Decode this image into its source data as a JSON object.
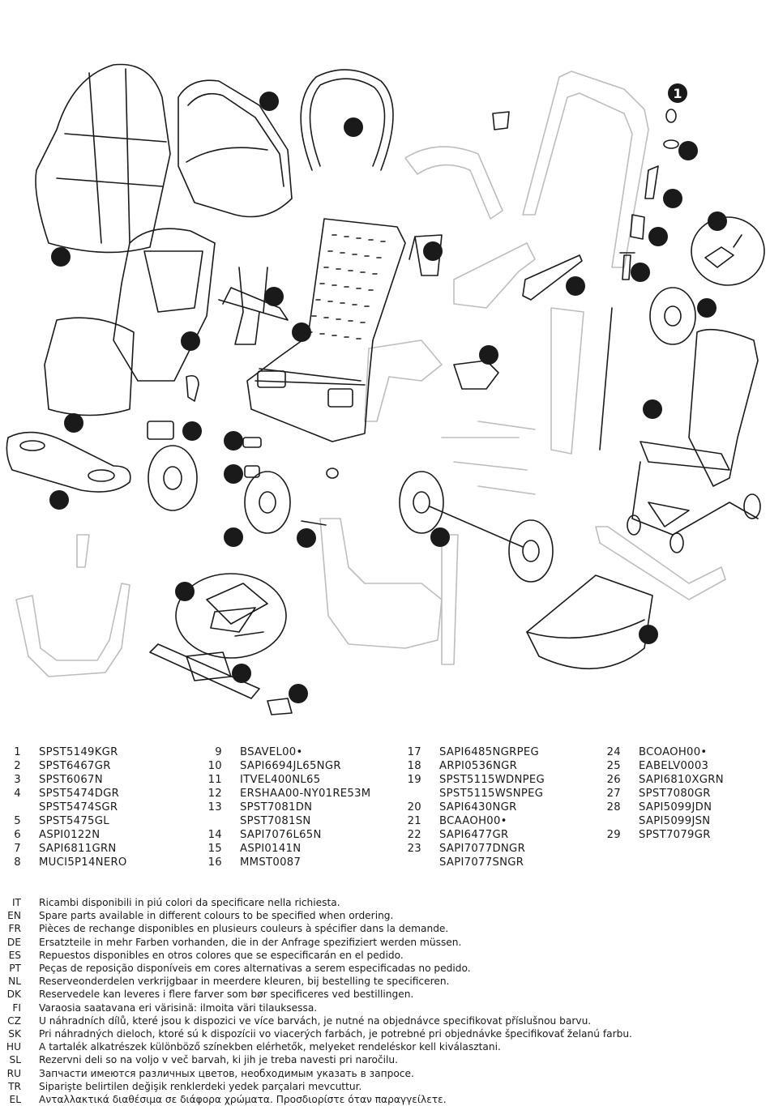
{
  "diagram": {
    "badge_1_label": "1"
  },
  "parts": {
    "col1": [
      {
        "num": "1",
        "codes": [
          "SPST5149KGR"
        ]
      },
      {
        "num": "2",
        "codes": [
          "SPST6467GR"
        ]
      },
      {
        "num": "3",
        "codes": [
          "SPST6067N"
        ]
      },
      {
        "num": "4",
        "codes": [
          "SPST5474DGR",
          "SPST5474SGR"
        ]
      },
      {
        "num": "5",
        "codes": [
          "SPST5475GL"
        ]
      },
      {
        "num": "6",
        "codes": [
          "ASPI0122N"
        ]
      },
      {
        "num": "7",
        "codes": [
          "SAPI6811GRN"
        ]
      },
      {
        "num": "8",
        "codes": [
          "MUCI5P14NERO"
        ]
      }
    ],
    "col2": [
      {
        "num": "9",
        "codes": [
          "BSAVEL00•"
        ]
      },
      {
        "num": "10",
        "codes": [
          "SAPI6694JL65NGR"
        ]
      },
      {
        "num": "11",
        "codes": [
          "ITVEL400NL65"
        ]
      },
      {
        "num": "12",
        "codes": [
          "ERSHAA00-NY01RE53M"
        ]
      },
      {
        "num": "13",
        "codes": [
          "SPST7081DN",
          "SPST7081SN"
        ]
      },
      {
        "num": "14",
        "codes": [
          "SAPI7076L65N"
        ]
      },
      {
        "num": "15",
        "codes": [
          "ASPI0141N"
        ]
      },
      {
        "num": "16",
        "codes": [
          "MMST0087"
        ]
      }
    ],
    "col3": [
      {
        "num": "17",
        "codes": [
          "SAPI6485NGRPEG"
        ]
      },
      {
        "num": "18",
        "codes": [
          "ARPI0536NGR"
        ]
      },
      {
        "num": "19",
        "codes": [
          "SPST5115WDNPEG",
          "SPST5115WSNPEG"
        ]
      },
      {
        "num": "20",
        "codes": [
          "SAPI6430NGR"
        ]
      },
      {
        "num": "21",
        "codes": [
          "BCAAOH00•"
        ]
      },
      {
        "num": "22",
        "codes": [
          "SAPI6477GR"
        ]
      },
      {
        "num": "23",
        "codes": [
          "SAPI7077DNGR",
          "SAPI7077SNGR"
        ]
      }
    ],
    "col4": [
      {
        "num": "24",
        "codes": [
          "BCOAOH00•"
        ]
      },
      {
        "num": "25",
        "codes": [
          "EABELV0003"
        ]
      },
      {
        "num": "26",
        "codes": [
          "SAPI6810XGRN"
        ]
      },
      {
        "num": "27",
        "codes": [
          "SPST7080GR"
        ]
      },
      {
        "num": "28",
        "codes": [
          "SAPI5099JDN",
          "SAPI5099JSN"
        ]
      },
      {
        "num": "29",
        "codes": [
          "SPST7079GR"
        ]
      }
    ]
  },
  "notes": [
    {
      "lang": "IT",
      "text": "Ricambi disponibili in piú colori da specificare nella richiesta."
    },
    {
      "lang": "EN",
      "text": "Spare parts available in different colours to be specified when ordering."
    },
    {
      "lang": "FR",
      "text": "Pièces de rechange disponibles en plusieurs couleurs à spécifier dans la demande."
    },
    {
      "lang": "DE",
      "text": "Ersatzteile in mehr Farben vorhanden, die in der Anfrage spezifiziert werden müssen."
    },
    {
      "lang": "ES",
      "text": "Repuestos disponibles en otros colores que se especificarán en el pedido."
    },
    {
      "lang": "PT",
      "text": "Peças de reposição disponíveis em cores alternativas a serem especificadas no pedido."
    },
    {
      "lang": "NL",
      "text": "Reserveonderdelen verkrijgbaar in meerdere kleuren, bij bestelling te specificeren."
    },
    {
      "lang": "DK",
      "text": "Reservedele kan leveres i flere farver som bør specificeres ved bestillingen."
    },
    {
      "lang": "FI",
      "text": "Varaosia saatavana eri värisinä: ilmoita väri tilauksessa."
    },
    {
      "lang": "CZ",
      "text": "U náhradních dílů, které jsou k dispozici ve více barvách, je nutné na objednávce specifikovat příslušnou barvu."
    },
    {
      "lang": "SK",
      "text": "Pri náhradných dieloch, ktoré sú k dispozícii vo viacerých farbách, je potrebné pri objednávke špecifikovať želanú farbu."
    },
    {
      "lang": "HU",
      "text": "A tartalék alkatrészek különböző színekben elérhetők, melyeket rendeléskor kell kiválasztani."
    },
    {
      "lang": "SL",
      "text": "Rezervni deli so na voljo v več barvah, ki jih je treba navesti pri naročilu."
    },
    {
      "lang": "RU",
      "text": "Запчасти имеются различных цветов, необходимым указать в запросе."
    },
    {
      "lang": "TR",
      "text": "Siparişte belirtilen değişik renklerdeki yedek parçalari mevcuttur."
    },
    {
      "lang": "EL",
      "text": "Ανταλλακτικά διαθέσιμα σε διάφορα χρώματα. Προσδιορίστε όταν παραγγείλετε."
    }
  ]
}
